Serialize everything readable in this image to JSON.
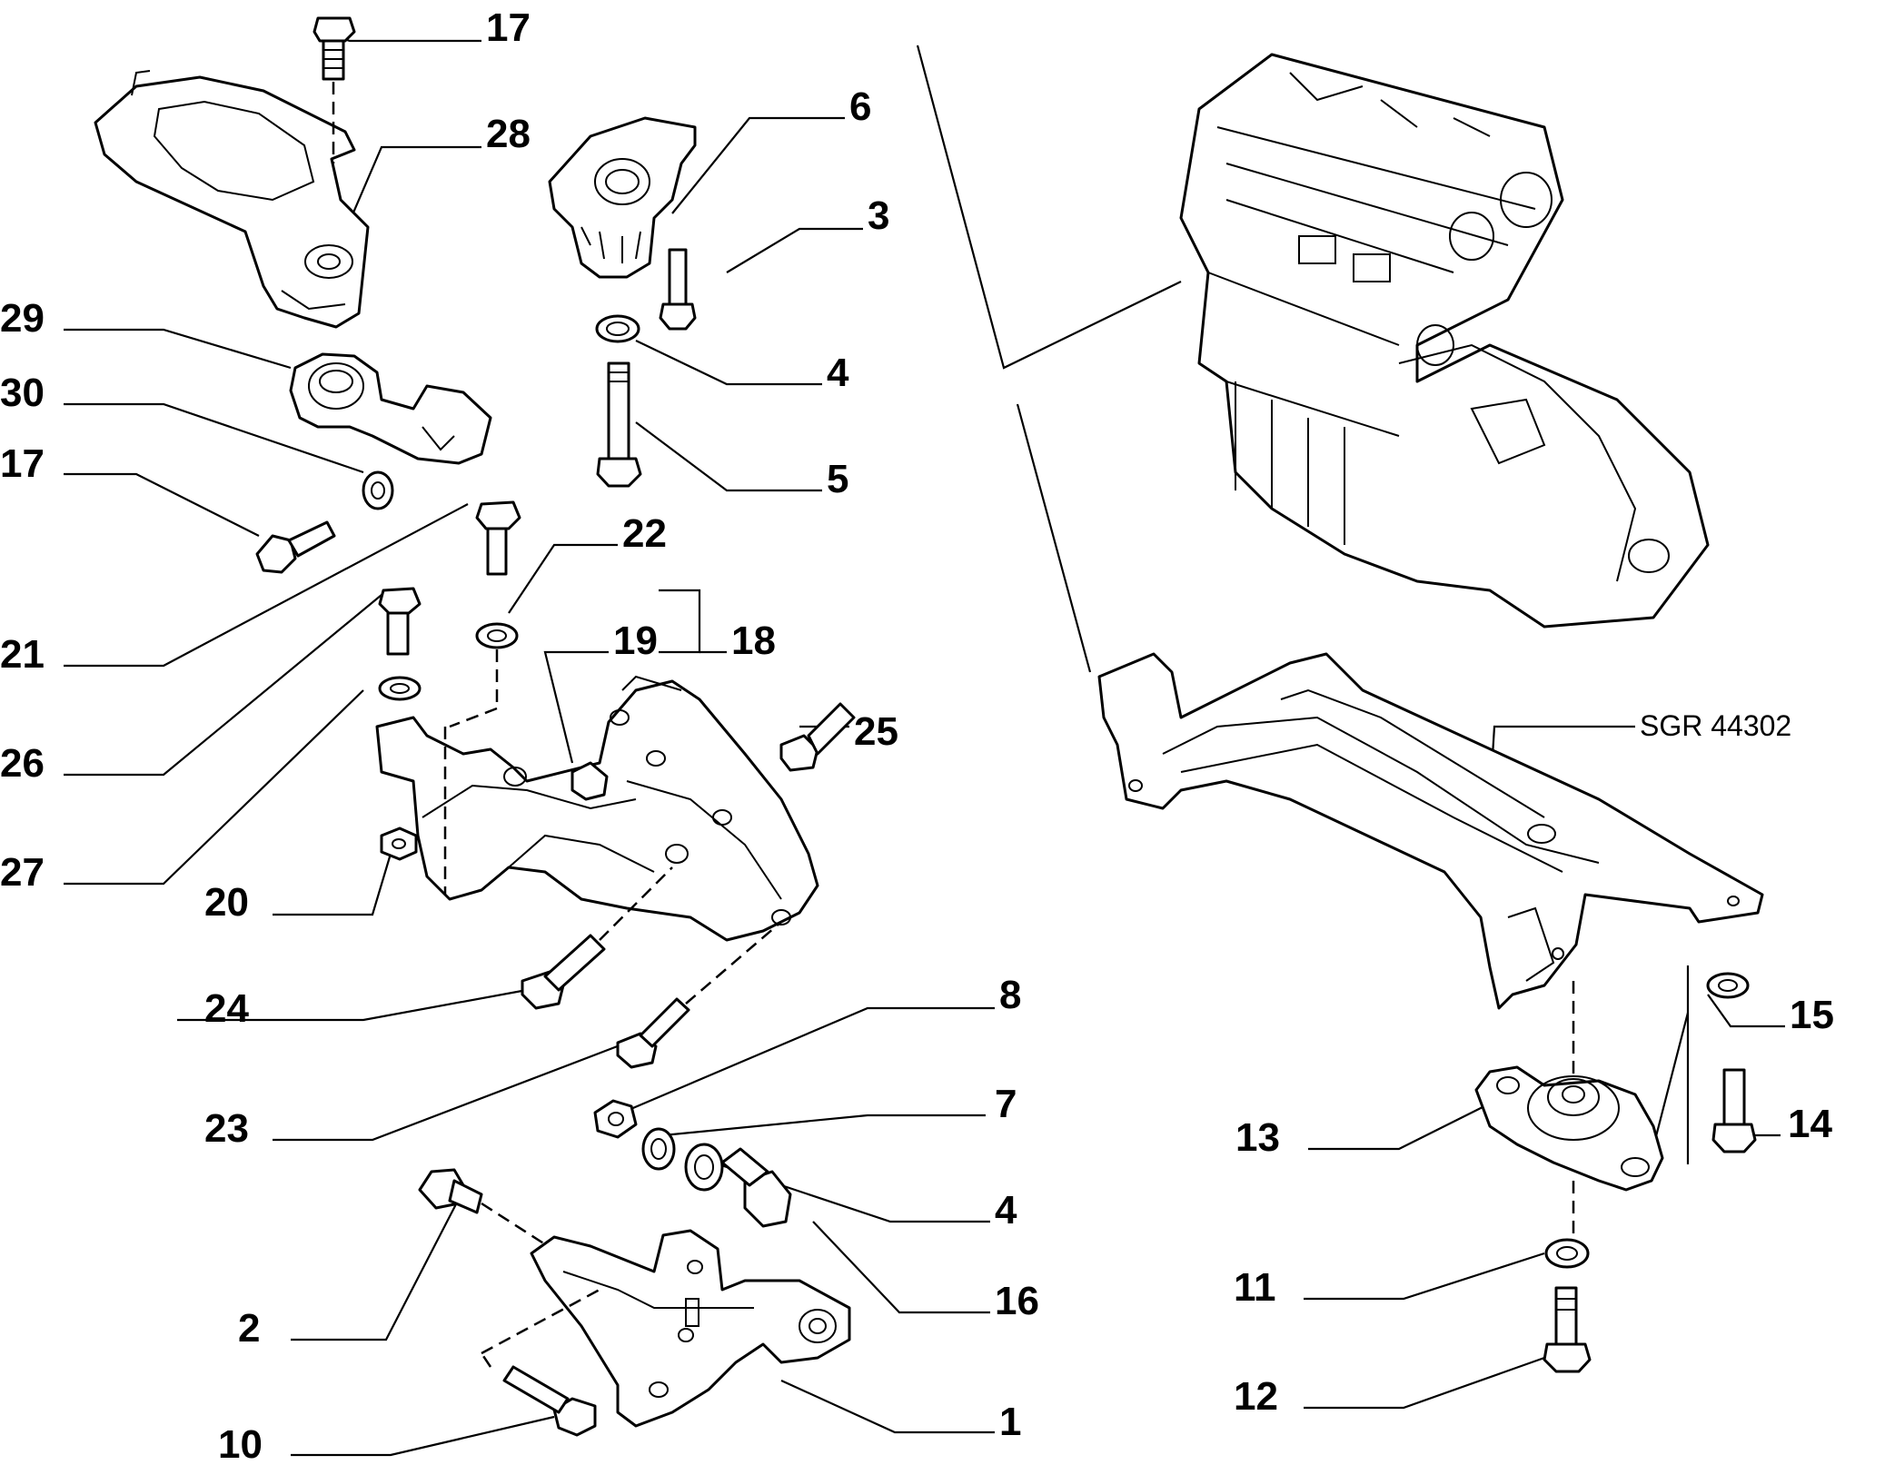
{
  "diagram": {
    "reference_code": "SGR 44302",
    "labels": [
      {
        "id": "17a",
        "text": "17"
      },
      {
        "id": "28",
        "text": "28"
      },
      {
        "id": "6",
        "text": "6"
      },
      {
        "id": "3",
        "text": "3"
      },
      {
        "id": "29",
        "text": "29"
      },
      {
        "id": "4a",
        "text": "4"
      },
      {
        "id": "30",
        "text": "30"
      },
      {
        "id": "5",
        "text": "5"
      },
      {
        "id": "17b",
        "text": "17"
      },
      {
        "id": "22",
        "text": "22"
      },
      {
        "id": "19",
        "text": "19"
      },
      {
        "id": "18",
        "text": "18"
      },
      {
        "id": "21",
        "text": "21"
      },
      {
        "id": "25",
        "text": "25"
      },
      {
        "id": "26",
        "text": "26"
      },
      {
        "id": "27",
        "text": "27"
      },
      {
        "id": "20",
        "text": "20"
      },
      {
        "id": "24",
        "text": "24"
      },
      {
        "id": "8",
        "text": "8"
      },
      {
        "id": "15",
        "text": "15"
      },
      {
        "id": "7",
        "text": "7"
      },
      {
        "id": "14",
        "text": "14"
      },
      {
        "id": "23",
        "text": "23"
      },
      {
        "id": "13",
        "text": "13"
      },
      {
        "id": "4b",
        "text": "4"
      },
      {
        "id": "16",
        "text": "16"
      },
      {
        "id": "11",
        "text": "11"
      },
      {
        "id": "2",
        "text": "2"
      },
      {
        "id": "12",
        "text": "12"
      },
      {
        "id": "1",
        "text": "1"
      },
      {
        "id": "10",
        "text": "10"
      }
    ]
  }
}
